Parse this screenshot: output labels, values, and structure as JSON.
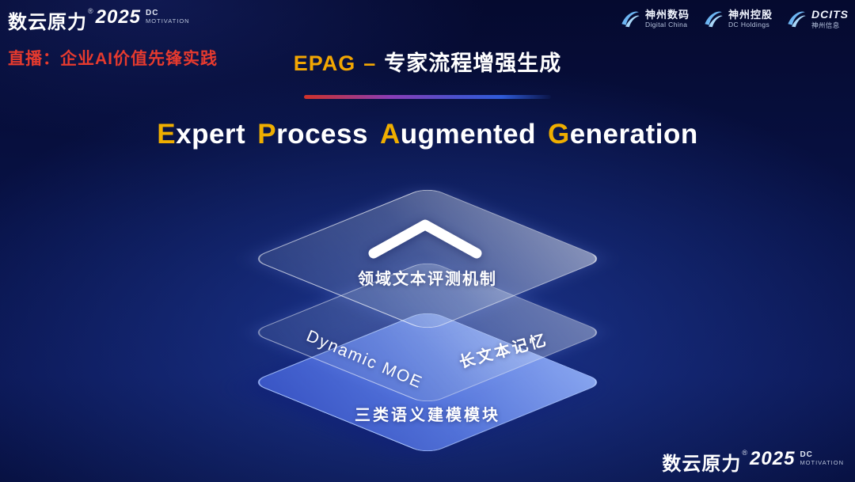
{
  "colors": {
    "accent_gold": "#f2a602",
    "accent_red": "#e63a2e",
    "layer_blue": "#5f83ef",
    "background_navy": "#081247",
    "logo_blue": "#6db5f2"
  },
  "header": {
    "brand": {
      "name": "数云原力",
      "reg": "®",
      "year": "2025",
      "dc": "DC",
      "motivation": "MOTIVATION"
    },
    "live_label": "直播：企业AI价值先锋实践",
    "title_en": "EPAG",
    "title_dash": "–",
    "title_zh": "专家流程增强生成",
    "logos": [
      {
        "name": "神州数码",
        "sub": "Digital China"
      },
      {
        "name": "神州控股",
        "sub": "DC Holdings"
      },
      {
        "name": "DCITS",
        "sub": "神州信息"
      }
    ]
  },
  "subtitle": {
    "words": [
      {
        "cap": "E",
        "rest": "xpert"
      },
      {
        "cap": "P",
        "rest": "rocess"
      },
      {
        "cap": "A",
        "rest": "ugmented"
      },
      {
        "cap": "G",
        "rest": "eneration"
      }
    ]
  },
  "diagram": {
    "top_layer_label": "领域文本评测机制",
    "middle_left_label": "Dynamic MOE",
    "middle_right_label": "长文本记忆",
    "bottom_layer_label": "三类语义建模模块"
  },
  "footer": {
    "brand": {
      "name": "数云原力",
      "reg": "®",
      "year": "2025",
      "dc": "DC",
      "motivation": "MOTIVATION"
    }
  }
}
